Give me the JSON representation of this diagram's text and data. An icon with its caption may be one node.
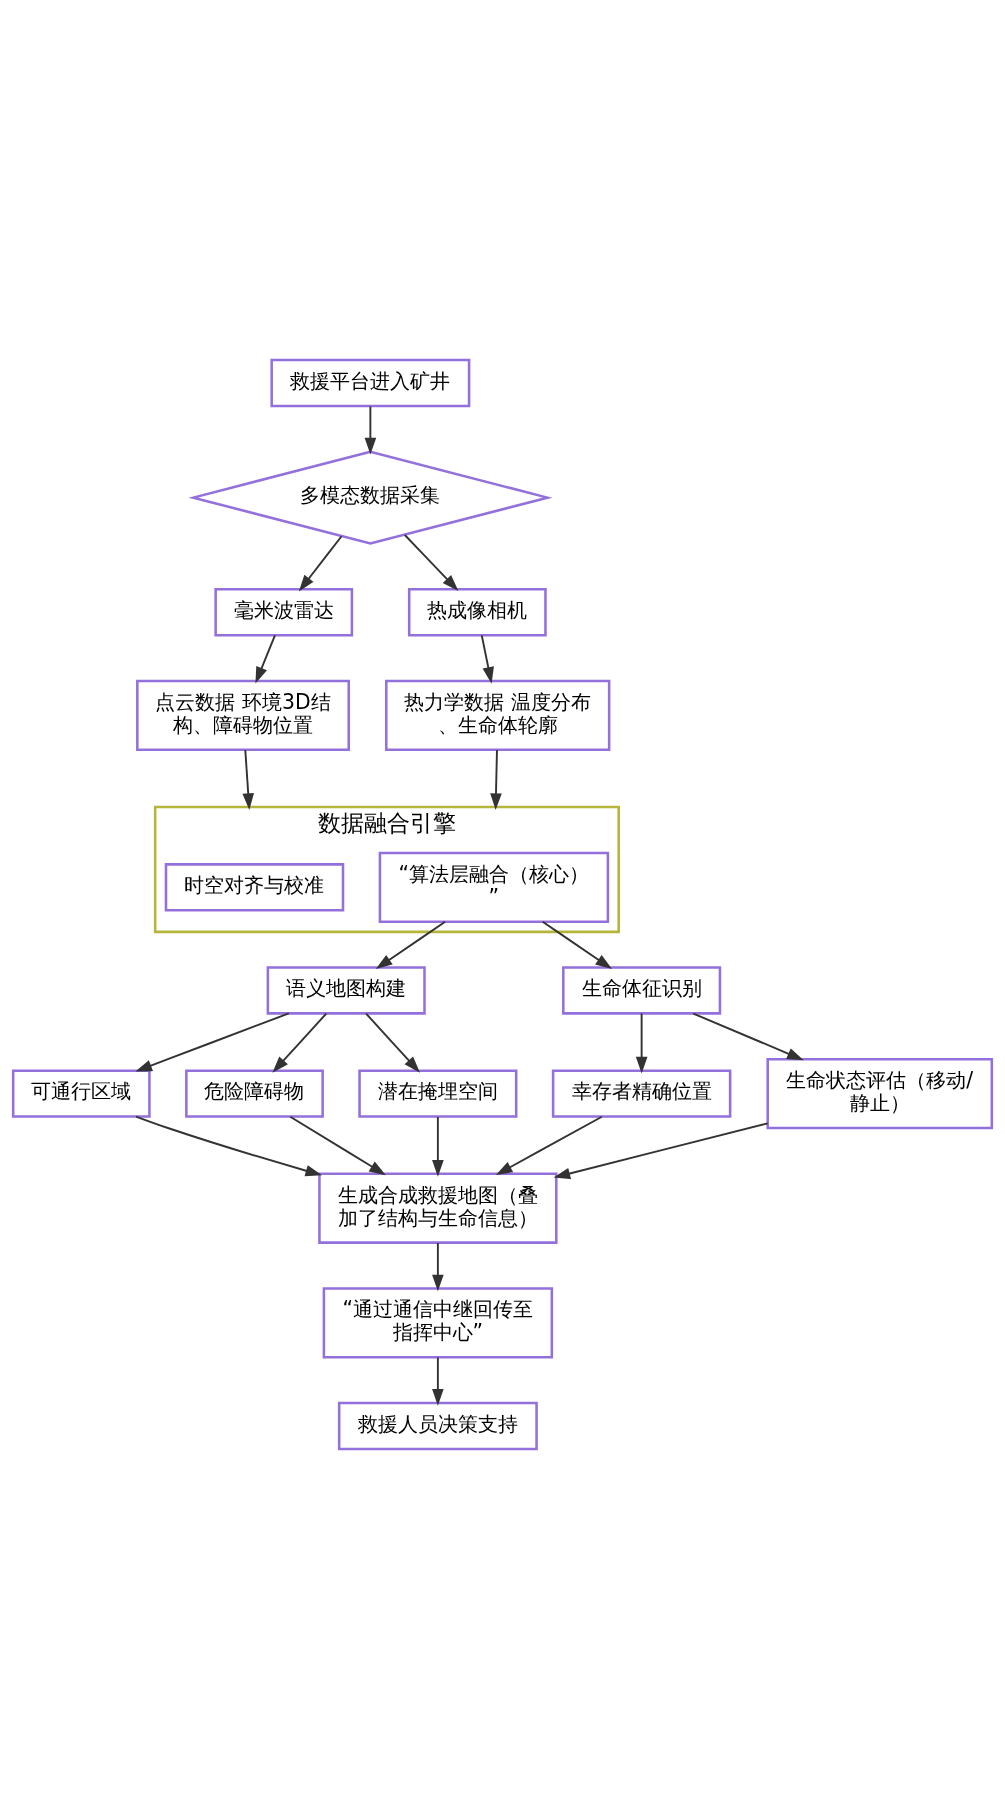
{
  "diagram": {
    "nodes": [
      {
        "text": [
          "救援平台进入矿井"
        ]
      },
      {
        "text": [
          "多模态数据采集"
        ]
      },
      {
        "text": [
          "毫米波雷达"
        ]
      },
      {
        "text": [
          "热成像相机"
        ]
      },
      {
        "text": [
          "点云数据 环境3D结构、障碍物位置"
        ]
      },
      {
        "text": [
          "热力学数据 温度分布、生命体轮廓"
        ]
      },
      {
        "text": [
          "数据融合引擎"
        ]
      },
      {
        "text": [
          "时空对齐与校准"
        ],
        "in": 6
      },
      {
        "text": [
          "“算法层融合（核心）”"
        ],
        "in": 6
      },
      {
        "text": [
          "语义地图构建"
        ]
      },
      {
        "text": [
          "生命体征识别"
        ]
      },
      {
        "text": [
          "可通行区域"
        ]
      },
      {
        "text": [
          "危险障碍物"
        ]
      },
      {
        "text": [
          "潜在掩埋空间"
        ]
      },
      {
        "text": [
          "幸存者精确位置"
        ]
      },
      {
        "text": [
          "生命状态评估（移动/静止）"
        ]
      },
      {
        "text": [
          "生成合成救援地图（叠加了结构与生命信息）"
        ]
      },
      {
        "text": [
          "“通过通信中继回传至指挥中心”"
        ]
      },
      {
        "text": [
          "救援人员决策支持"
        ]
      }
    ],
    "edges": [
      {
        "from": 0,
        "to": 1,
        "arrow": "to"
      },
      {
        "from": 1,
        "to": 2,
        "arrow": "to"
      },
      {
        "from": 1,
        "to": 3,
        "arrow": "to"
      },
      {
        "from": 2,
        "to": 4,
        "arrow": "to"
      },
      {
        "from": 3,
        "to": 5,
        "arrow": "to"
      },
      {
        "from": 4,
        "to": 6,
        "arrow": "to"
      },
      {
        "from": 5,
        "to": 6,
        "arrow": "to"
      },
      {
        "from": 8,
        "to": 9,
        "arrow": "to"
      },
      {
        "from": 8,
        "to": 10,
        "arrow": "to"
      },
      {
        "from": 9,
        "to": 11,
        "arrow": "to"
      },
      {
        "from": 9,
        "to": 12,
        "arrow": "to"
      },
      {
        "from": 9,
        "to": 13,
        "arrow": "to"
      },
      {
        "from": 10,
        "to": 14,
        "arrow": "to"
      },
      {
        "from": 10,
        "to": 15,
        "arrow": "to"
      },
      {
        "from": 11,
        "to": 16,
        "arrow": "to"
      },
      {
        "from": 12,
        "to": 16,
        "arrow": "to"
      },
      {
        "from": 13,
        "to": 16,
        "arrow": "to"
      },
      {
        "from": 14,
        "to": 16,
        "arrow": "to"
      },
      {
        "from": 15,
        "to": 16,
        "arrow": "to"
      },
      {
        "from": 16,
        "to": 17,
        "arrow": "to"
      },
      {
        "from": 17,
        "to": 18,
        "arrow": "to"
      }
    ]
  }
}
